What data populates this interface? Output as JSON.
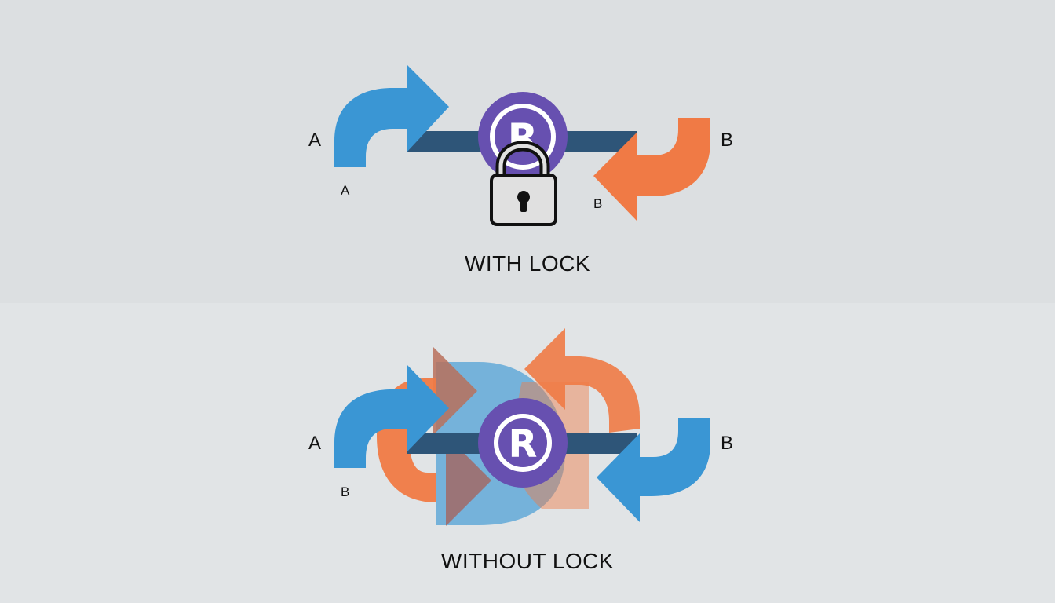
{
  "top": {
    "caption": "WITH LOCK",
    "label_left": "A",
    "label_left_small": "A",
    "label_right": "B",
    "label_right_small": "B",
    "resource_symbol": "R"
  },
  "bottom": {
    "caption": "WITHOUT LOCK",
    "label_left": "A",
    "label_left_small": "B",
    "label_right": "B",
    "resource_symbol": "R"
  },
  "colors": {
    "blue": "#3a96d4",
    "orange": "#f07a45",
    "purple": "#6750b0",
    "bar": "#2e5578",
    "lock": "#e0e0e0"
  }
}
